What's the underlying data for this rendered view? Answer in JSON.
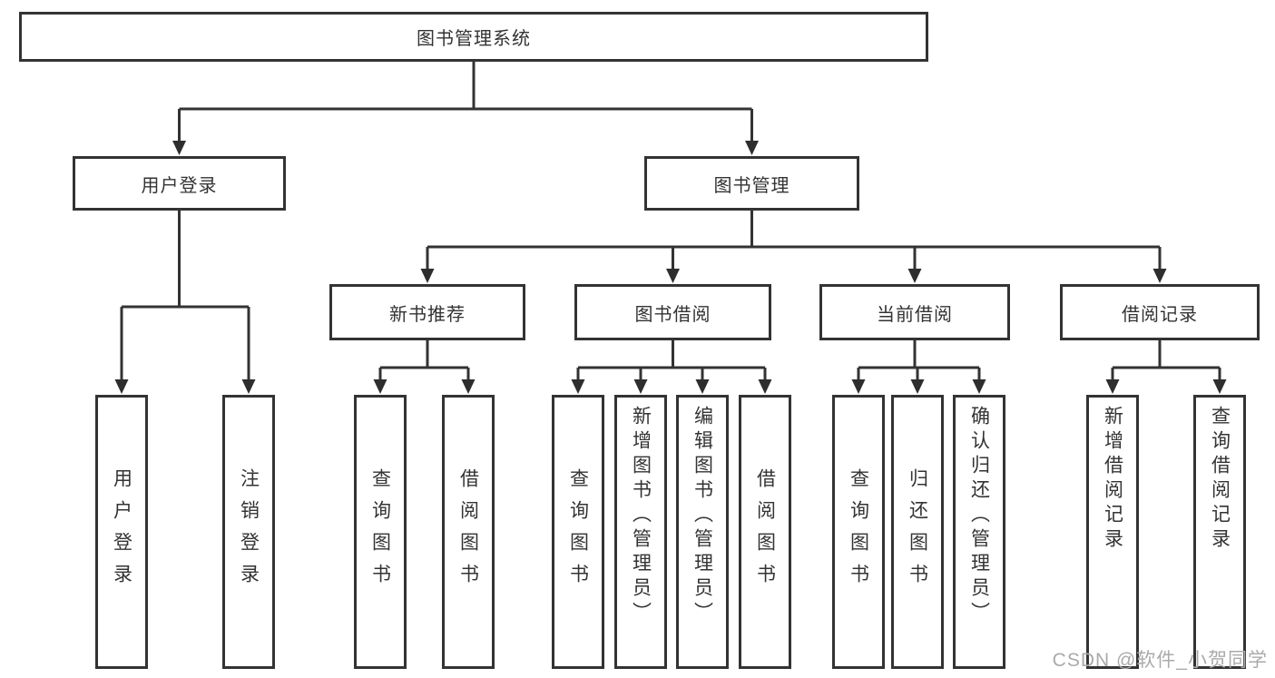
{
  "tree": {
    "label": "图书管理系统",
    "children": [
      {
        "label": "用户登录",
        "children": [
          {
            "label": "用户登录"
          },
          {
            "label": "注销登录"
          }
        ]
      },
      {
        "label": "图书管理",
        "children": [
          {
            "label": "新书推荐",
            "children": [
              {
                "label": "查询图书"
              },
              {
                "label": "借阅图书"
              }
            ]
          },
          {
            "label": "图书借阅",
            "children": [
              {
                "label": "查询图书"
              },
              {
                "label": "新增图书（管理员）"
              },
              {
                "label": "编辑图书（管理员）"
              },
              {
                "label": "借阅图书"
              }
            ]
          },
          {
            "label": "当前借阅",
            "children": [
              {
                "label": "查询图书"
              },
              {
                "label": "归还图书"
              },
              {
                "label": "确认归还（管理员）"
              }
            ]
          },
          {
            "label": "借阅记录",
            "children": [
              {
                "label": "新增借阅记录"
              },
              {
                "label": "查询借阅记录"
              }
            ]
          }
        ]
      }
    ]
  },
  "watermark": "CSDN @软件_小贺同学",
  "colors": {
    "line": "#333333",
    "text": "#333333",
    "box_background": "#ffffff",
    "watermark": "#aaaaaa",
    "page_background": "#ffffff"
  }
}
